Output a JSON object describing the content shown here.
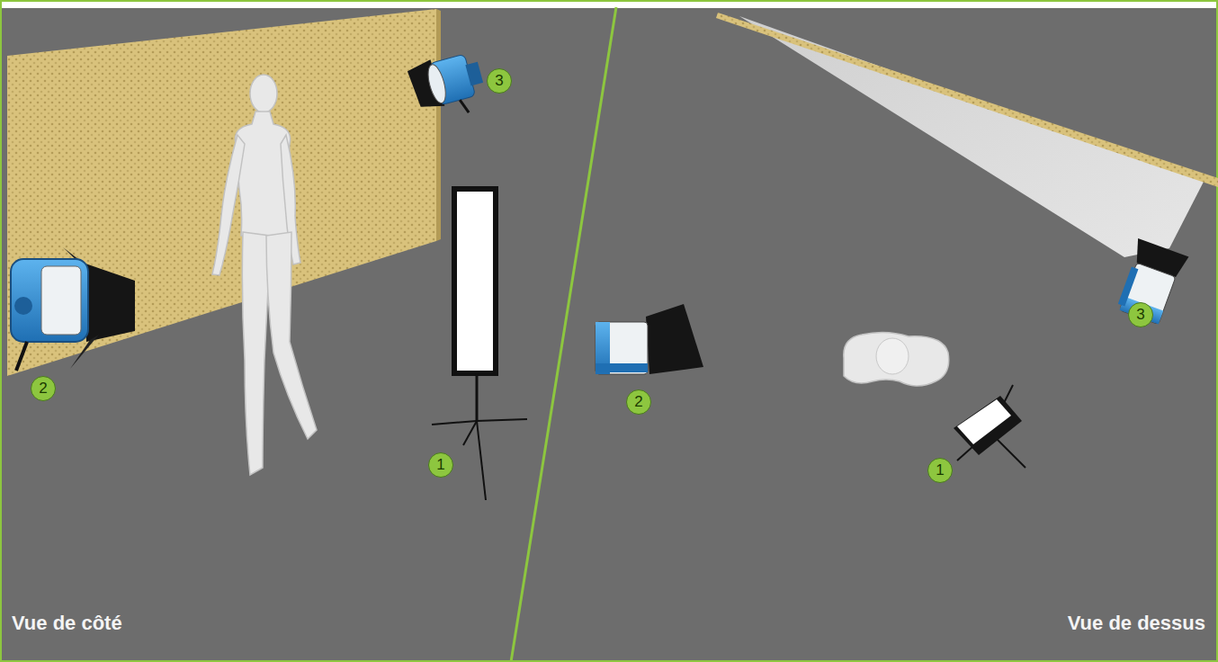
{
  "diagram": {
    "labels": [
      "3",
      "2",
      "1",
      "Vue de côté",
      "3",
      "2",
      "1",
      "Vue de dessus"
    ]
  }
}
